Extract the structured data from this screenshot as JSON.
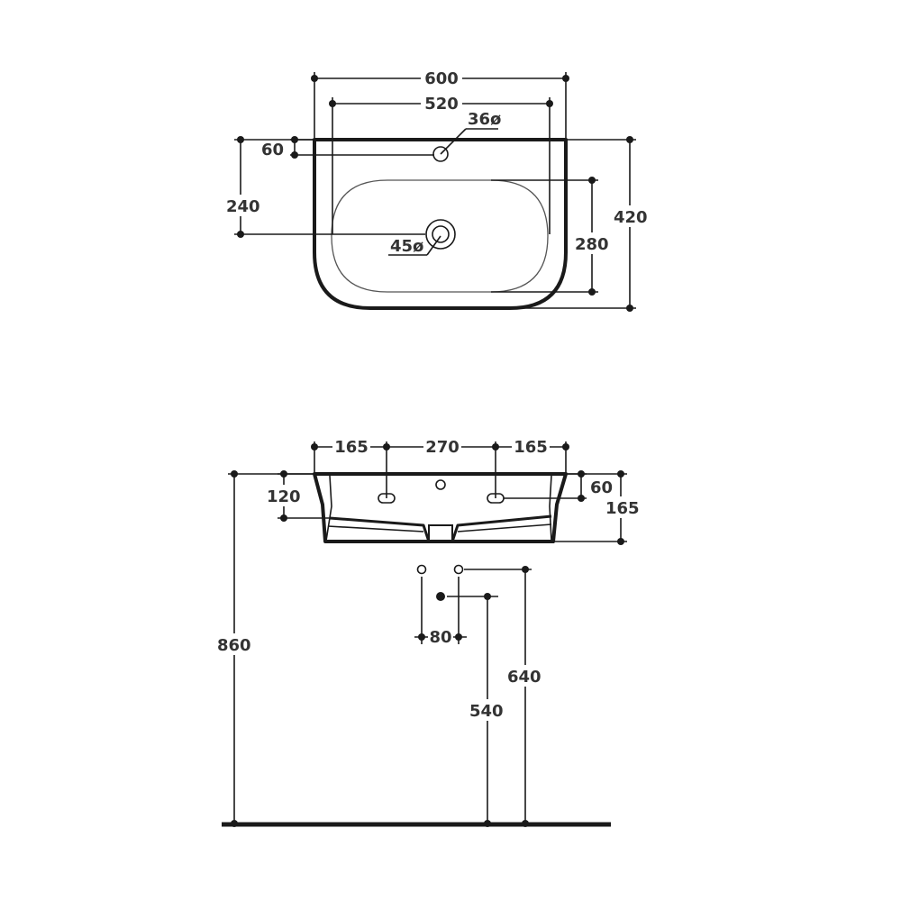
{
  "top_view": {
    "overall_width": "600",
    "outlet_spacing": "520",
    "tap_hole_diameter": "36ø",
    "tap_hole_offset": "60",
    "waste_offset": "240",
    "overall_depth": "420",
    "bowl_depth": "280",
    "waste_diameter": "45ø"
  },
  "front_view": {
    "left_segment": "165",
    "middle_segment": "270",
    "right_segment": "165",
    "fixing_height": "120",
    "top_offset": "60",
    "basin_height": "165",
    "total_height": "860",
    "supply_spacing": "80",
    "supply_height": "640",
    "waste_height": "540"
  }
}
